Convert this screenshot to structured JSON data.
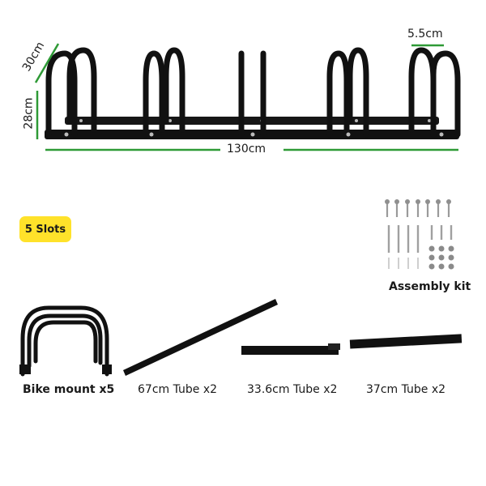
{
  "dimensions": {
    "height_top": "30cm",
    "height_side": "28cm",
    "width": "130cm",
    "slot_gap": "5.5cm"
  },
  "badge": {
    "label": "5 Slots"
  },
  "parts": {
    "assembly_kit": "Assembly kit",
    "bike_mount": "Bike mount x5",
    "tube_67": "67cm Tube x2",
    "tube_336": "33.6cm Tube x2",
    "tube_37": "37cm Tube x2"
  },
  "colors": {
    "dimension_line": "#2e9a36",
    "metal": "#111111",
    "badge": "#ffe22a"
  }
}
